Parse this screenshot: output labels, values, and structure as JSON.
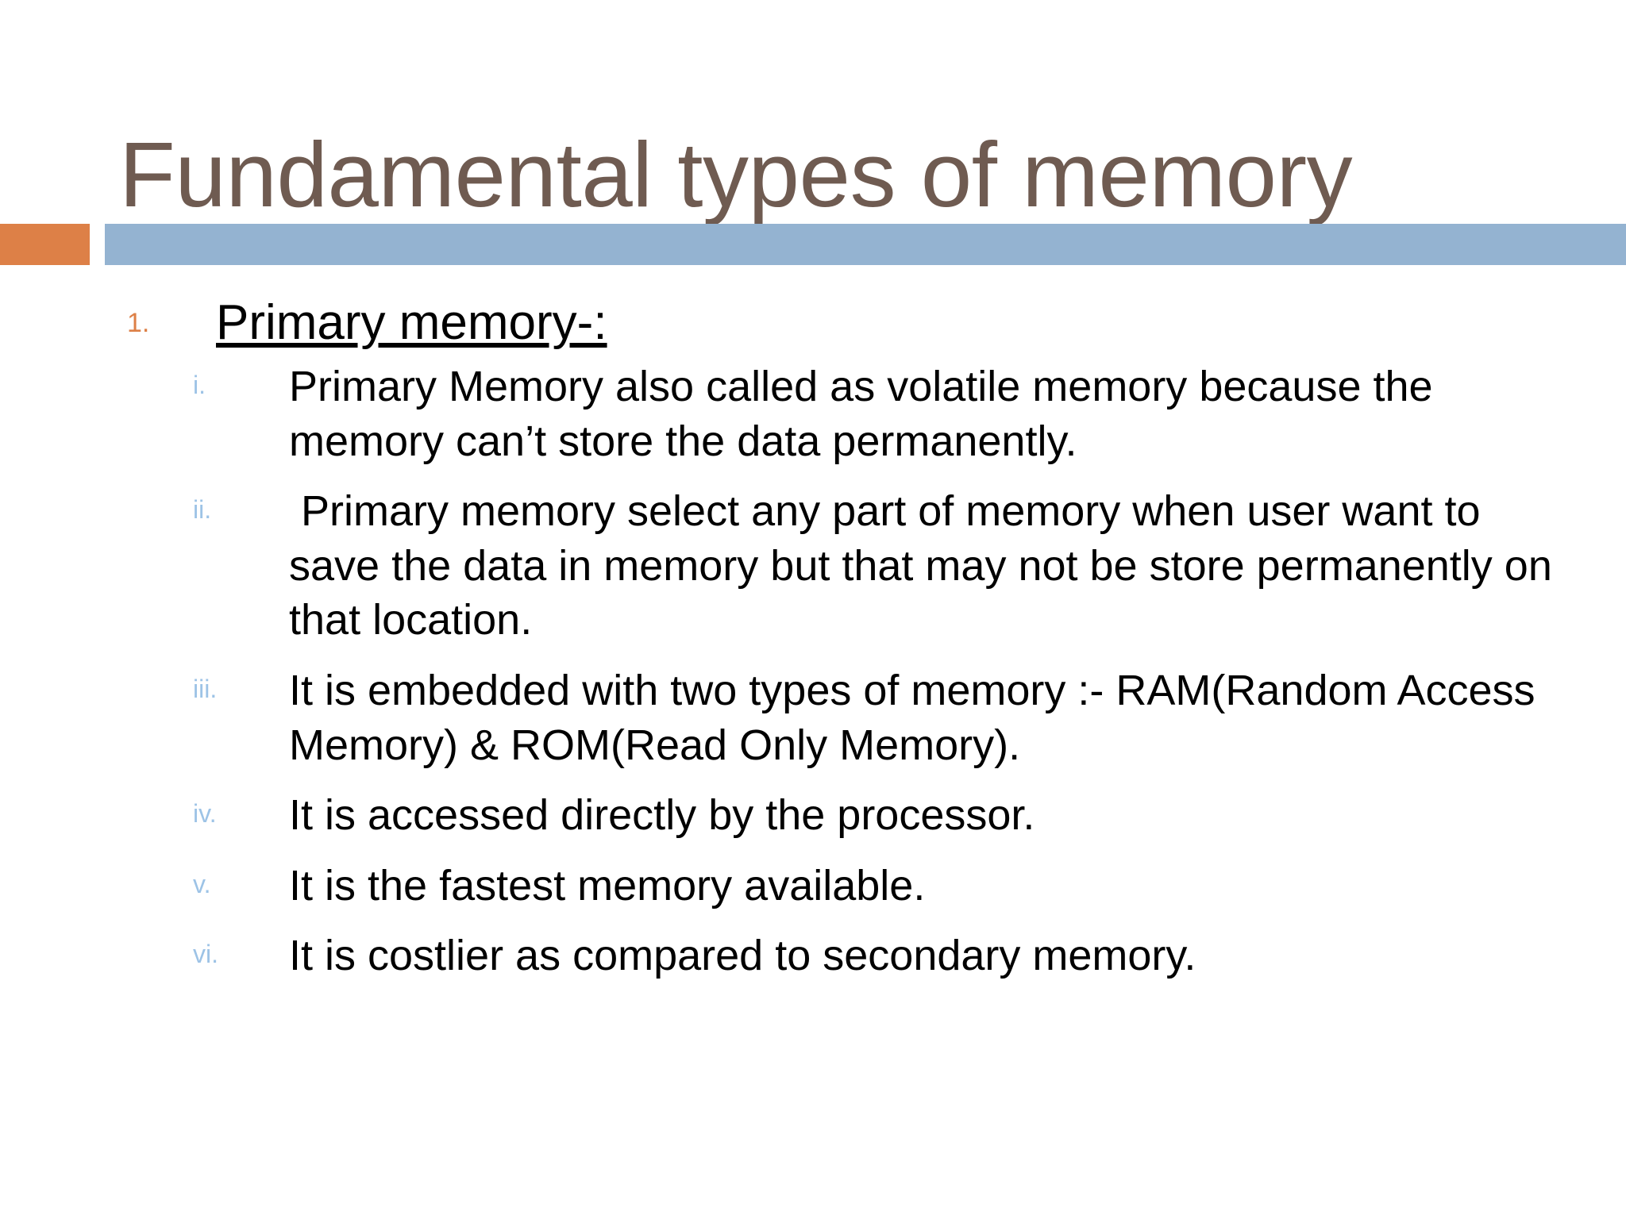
{
  "slide": {
    "title": "Fundamental types of memory",
    "colors": {
      "title_text": "#6F5B51",
      "accent_orange": "#DD8047",
      "accent_blue": "#94B3D1",
      "level1_marker": "#DD8047",
      "level2_marker": "#9DC3E6",
      "body_text": "#000000",
      "background": "#FFFFFF"
    },
    "content": {
      "level1": {
        "marker": "1.",
        "text": "Primary memory-:"
      },
      "level2": [
        {
          "marker": "i.",
          "text": "Primary Memory also called as volatile memory because the memory can’t store the data permanently."
        },
        {
          "marker": "ii.",
          "text": " Primary memory select any part of memory when user want to save the data in memory but that may not be store permanently on that location."
        },
        {
          "marker": "iii.",
          "text": "It is embedded with two types of memory :- RAM(Random Access Memory) & ROM(Read Only Memory)."
        },
        {
          "marker": "iv.",
          "text": "It is accessed directly by the processor."
        },
        {
          "marker": "v.",
          "text": "It is the fastest memory available."
        },
        {
          "marker": "vi.",
          "text": "It is costlier as compared to secondary memory."
        }
      ]
    }
  }
}
